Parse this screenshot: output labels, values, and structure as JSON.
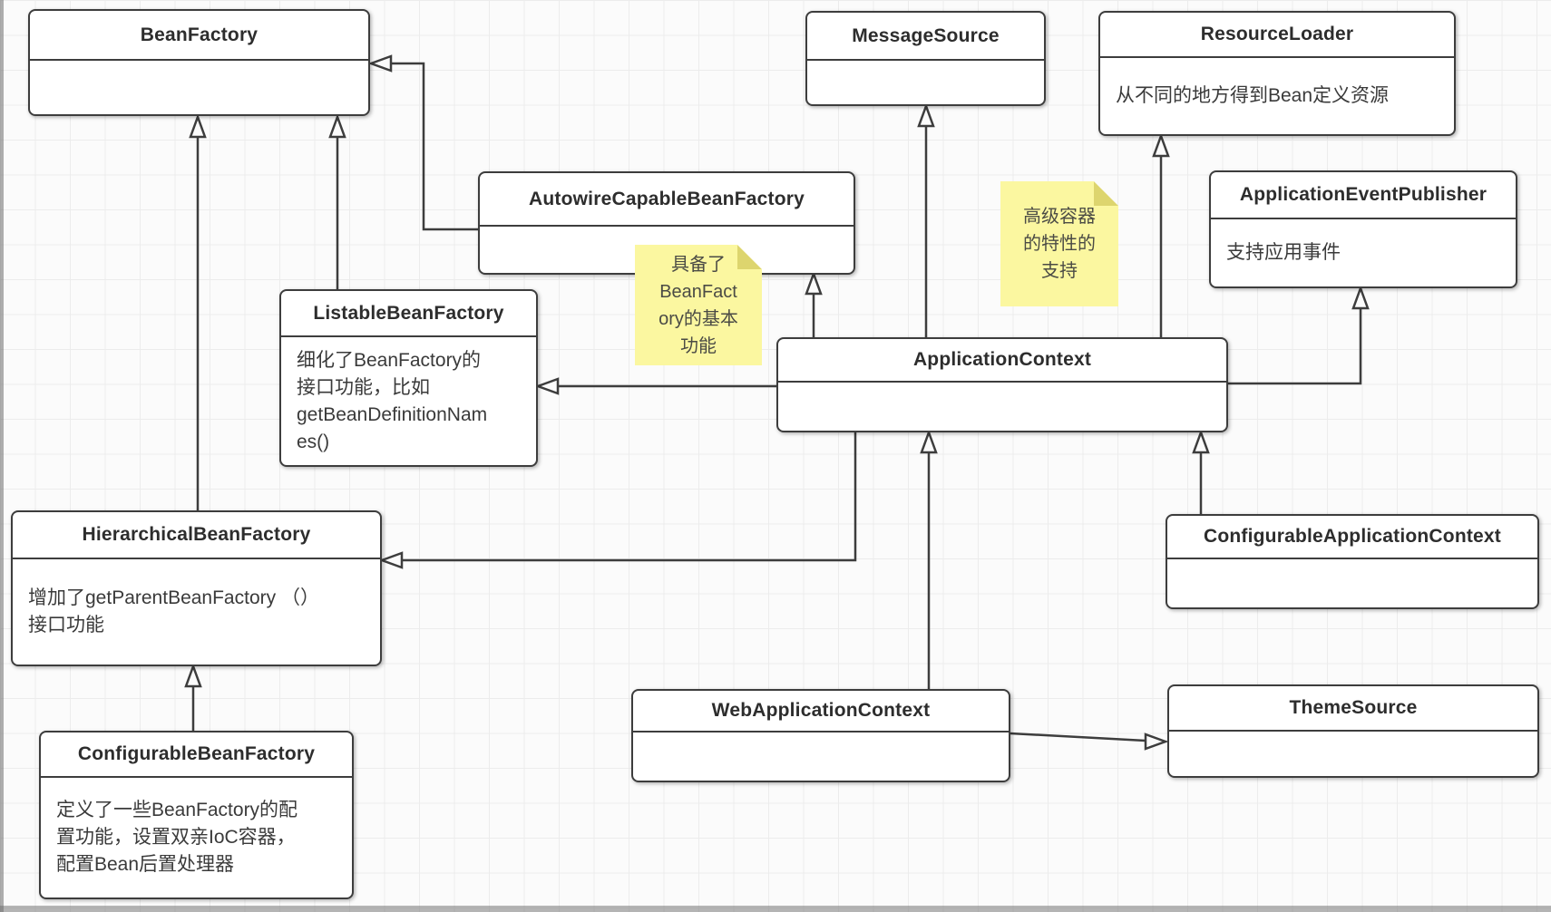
{
  "diagram": {
    "title": "Spring BeanFactory / ApplicationContext interface hierarchy",
    "classes": [
      {
        "id": "bean-factory",
        "title": "BeanFactory",
        "body": ""
      },
      {
        "id": "message-source",
        "title": "MessageSource",
        "body": ""
      },
      {
        "id": "resource-loader",
        "title": "ResourceLoader",
        "body": "从不同的地方得到Bean定义资源"
      },
      {
        "id": "autowire-capable-bean-factory",
        "title": "AutowireCapableBeanFactory",
        "body": ""
      },
      {
        "id": "application-event-publisher",
        "title": "ApplicationEventPublisher",
        "body": "支持应用事件"
      },
      {
        "id": "listable-bean-factory",
        "title": "ListableBeanFactory",
        "body": "细化了BeanFactory的\n接口功能，比如\ngetBeanDefinitionNam\nes()"
      },
      {
        "id": "application-context",
        "title": "ApplicationContext",
        "body": ""
      },
      {
        "id": "hierarchical-bean-factory",
        "title": "HierarchicalBeanFactory",
        "body": "增加了getParentBeanFactory （）\n接口功能"
      },
      {
        "id": "configurable-application-context",
        "title": "ConfigurableApplicationContext",
        "body": ""
      },
      {
        "id": "web-application-context",
        "title": "WebApplicationContext",
        "body": ""
      },
      {
        "id": "theme-source",
        "title": "ThemeSource",
        "body": ""
      },
      {
        "id": "configurable-bean-factory",
        "title": "ConfigurableBeanFactory",
        "body": "定义了一些BeanFactory的配\n置功能，设置双亲IoC容器，\n配置Bean后置处理器"
      }
    ],
    "notes": [
      {
        "id": "note-advanced-container",
        "text": "高级容器\n的特性的\n支持"
      },
      {
        "id": "note-basic-capability",
        "text": "具备了\nBeanFact\nory的基本\n功能"
      }
    ],
    "relations": [
      {
        "from": "ListableBeanFactory",
        "to": "BeanFactory",
        "type": "generalization"
      },
      {
        "from": "HierarchicalBeanFactory",
        "to": "BeanFactory",
        "type": "generalization"
      },
      {
        "from": "AutowireCapableBeanFactory",
        "to": "BeanFactory",
        "type": "generalization"
      },
      {
        "from": "ApplicationContext",
        "to": "AutowireCapableBeanFactory",
        "type": "generalization"
      },
      {
        "from": "ApplicationContext",
        "to": "MessageSource",
        "type": "generalization"
      },
      {
        "from": "ApplicationContext",
        "to": "ResourceLoader",
        "type": "generalization"
      },
      {
        "from": "ApplicationContext",
        "to": "ApplicationEventPublisher",
        "type": "generalization"
      },
      {
        "from": "ApplicationContext",
        "to": "ListableBeanFactory",
        "type": "generalization"
      },
      {
        "from": "ApplicationContext",
        "to": "HierarchicalBeanFactory",
        "type": "generalization"
      },
      {
        "from": "WebApplicationContext",
        "to": "ApplicationContext",
        "type": "generalization"
      },
      {
        "from": "ConfigurableApplicationContext",
        "to": "ApplicationContext",
        "type": "generalization"
      },
      {
        "from": "ConfigurableBeanFactory",
        "to": "HierarchicalBeanFactory",
        "type": "generalization"
      },
      {
        "from": "WebApplicationContext",
        "to": "ThemeSource",
        "type": "generalization"
      }
    ],
    "colors": {
      "canvas_bg": "#fbfbfb",
      "grid_line": "#ececec",
      "box_bg": "#ffffff",
      "box_border": "#3d3d3d",
      "connector": "#3d3d3d",
      "title_text": "#2d2d2d",
      "body_text": "#3a3a3a",
      "note_bg": "#fbf7a0",
      "note_fold": "#ddd56e"
    }
  }
}
